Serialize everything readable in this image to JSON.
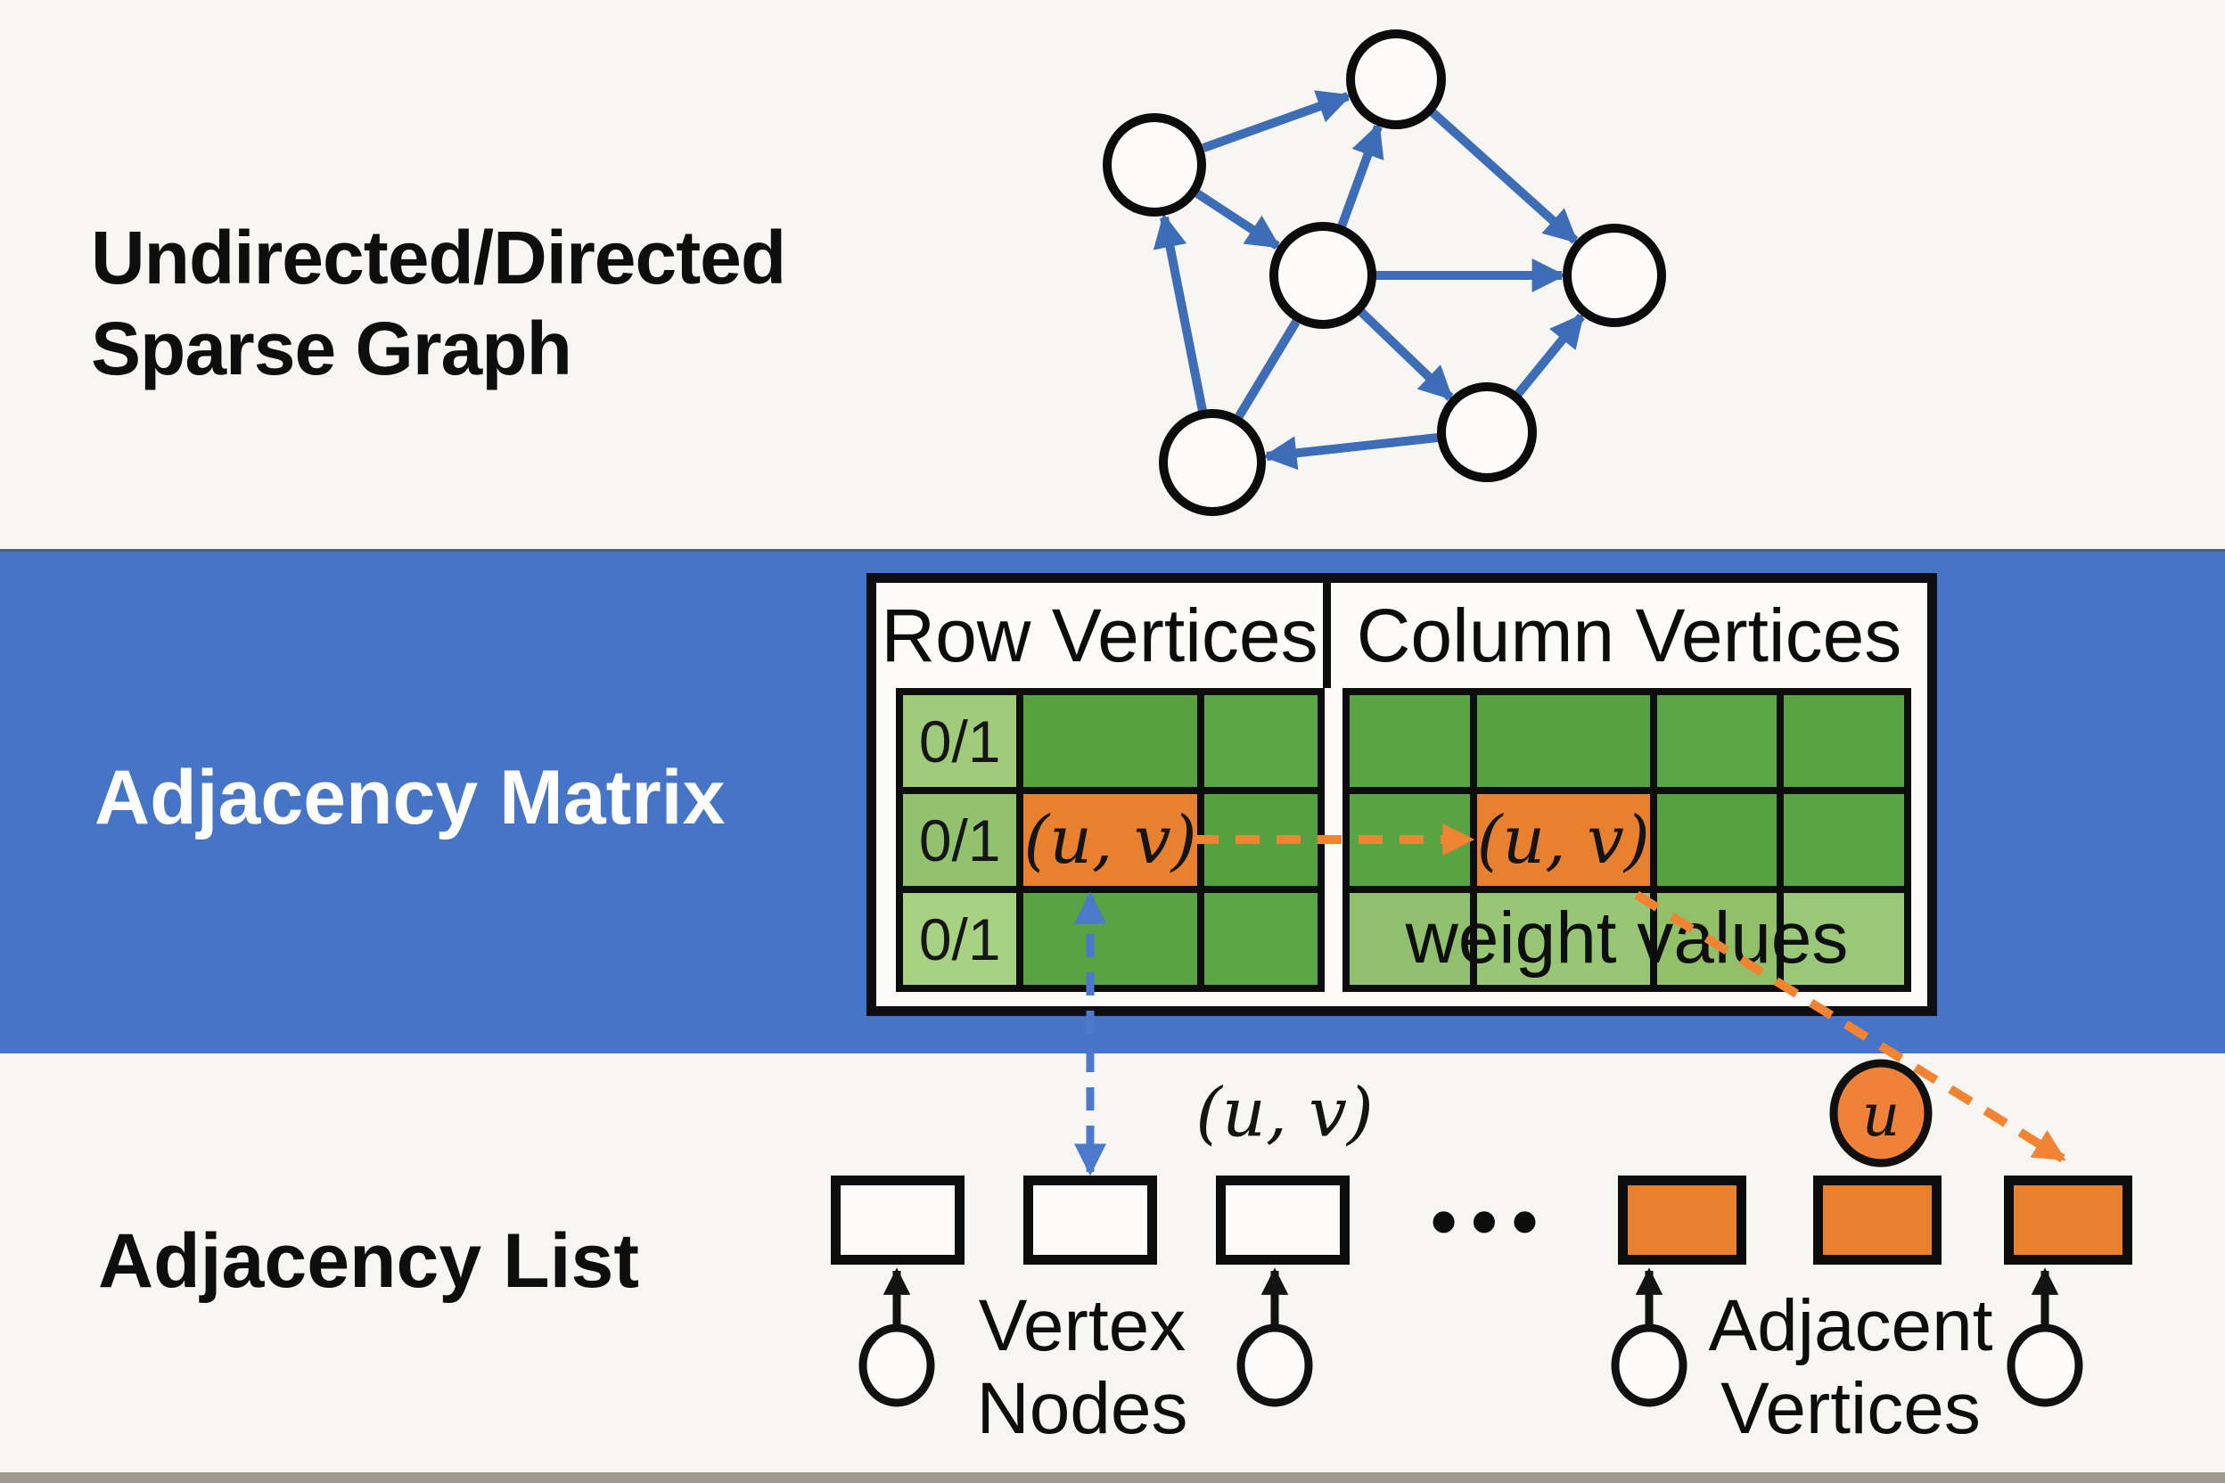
{
  "title": {
    "line1": "Undirected/Directed",
    "line2": "Sparse Graph"
  },
  "matrix_section": {
    "label": "Adjacency Matrix",
    "header_left": "Row Vertices",
    "header_right": "Column Vertices",
    "flags": [
      "0/1",
      "0/1",
      "0/1"
    ],
    "edge_cell_left": "(u, v)",
    "edge_cell_right": "(u, v)",
    "weight_note": "weight values"
  },
  "list_section": {
    "label": "Adjacency List",
    "uv_label": "(u, v)",
    "u_label": "u",
    "dots": "•••",
    "vertex_nodes": {
      "line1": "Vertex",
      "line2": "Nodes"
    },
    "adjacent_vertices": {
      "line1": "Adjacent",
      "line2": "Vertices"
    }
  },
  "colors": {
    "band_blue": "#4674c6",
    "green_dark": "#58a342",
    "green_light": "#9ccb78",
    "highlight_orange": "#e8812f",
    "graph_arrow_blue": "#3c6db6",
    "dashed_blue": "#4b7acc",
    "dashed_orange": "#f08433"
  }
}
